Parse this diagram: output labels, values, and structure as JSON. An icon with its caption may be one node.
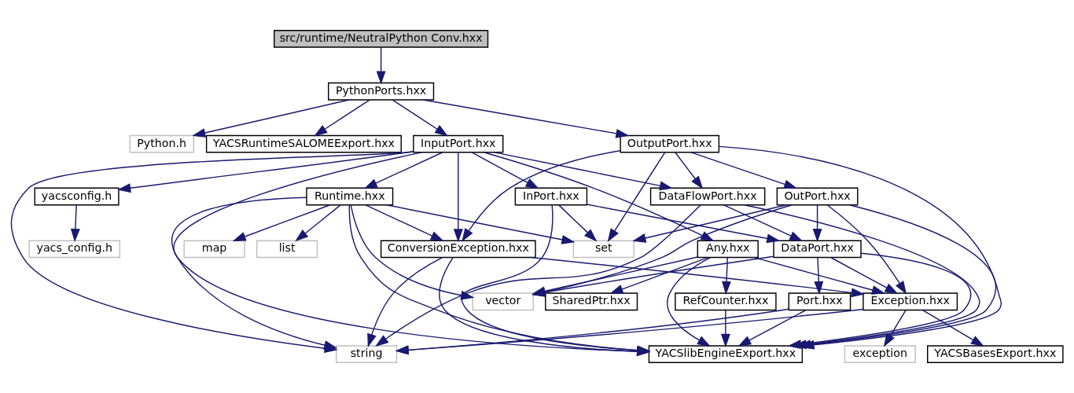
{
  "diagram": {
    "nodes": [
      {
        "text": [
          "src/runtime/NeutralPython Conv.hxx"
        ]
      },
      {
        "text": [
          "PythonPorts.hxx"
        ]
      },
      {
        "text": [
          "Python.h"
        ]
      },
      {
        "text": [
          "YACSRuntimeSALOMEExport.hxx"
        ]
      },
      {
        "text": [
          "InputPort.hxx"
        ]
      },
      {
        "text": [
          "OutputPort.hxx"
        ]
      },
      {
        "text": [
          "yacsconfig.h"
        ]
      },
      {
        "text": [
          "Runtime.hxx"
        ]
      },
      {
        "text": [
          "DataFlowPort.hxx"
        ]
      },
      {
        "text": [
          "OutPort.hxx"
        ]
      },
      {
        "text": [
          "InPort.hxx"
        ]
      },
      {
        "text": [
          "yacs_config.h"
        ]
      },
      {
        "text": [
          "ConversionException.hxx"
        ]
      },
      {
        "text": [
          "map"
        ]
      },
      {
        "text": [
          "list"
        ]
      },
      {
        "text": [
          "Any.hxx"
        ]
      },
      {
        "text": [
          "DataPort.hxx"
        ]
      },
      {
        "text": [
          "set"
        ]
      },
      {
        "text": [
          "Exception.hxx"
        ]
      },
      {
        "text": [
          "SharedPtr.hxx"
        ]
      },
      {
        "text": [
          "RefCounter.hxx"
        ]
      },
      {
        "text": [
          "vector"
        ]
      },
      {
        "text": [
          "Port.hxx"
        ]
      },
      {
        "text": [
          "string"
        ]
      },
      {
        "text": [
          "exception"
        ]
      },
      {
        "text": [
          "YACSBasesExport.hxx"
        ]
      },
      {
        "text": [
          "YACSlibEngineExport.hxx"
        ]
      }
    ],
    "edges": [
      {
        "from": 0,
        "to": 1,
        "arrow": "to"
      },
      {
        "from": 1,
        "to": 2,
        "arrow": "to"
      },
      {
        "from": 1,
        "to": 3,
        "arrow": "to"
      },
      {
        "from": 1,
        "to": 4,
        "arrow": "to"
      },
      {
        "from": 1,
        "to": 5,
        "arrow": "to"
      },
      {
        "from": 4,
        "to": 6,
        "arrow": "to"
      },
      {
        "from": 4,
        "to": 23,
        "arrow": "to"
      },
      {
        "from": 4,
        "to": 12,
        "arrow": "to"
      },
      {
        "from": 4,
        "to": 7,
        "arrow": "to"
      },
      {
        "from": 4,
        "to": 15,
        "arrow": "to"
      },
      {
        "from": 4,
        "to": 8,
        "arrow": "to"
      },
      {
        "from": 4,
        "to": 10,
        "arrow": "to"
      },
      {
        "from": 4,
        "to": 26,
        "arrow": "to"
      },
      {
        "from": 5,
        "to": 12,
        "arrow": "to"
      },
      {
        "from": 5,
        "to": 8,
        "arrow": "to"
      },
      {
        "from": 5,
        "to": 9,
        "arrow": "to"
      },
      {
        "from": 5,
        "to": 17,
        "arrow": "to"
      },
      {
        "from": 5,
        "to": 26,
        "arrow": "to"
      },
      {
        "from": 6,
        "to": 11,
        "arrow": "to"
      },
      {
        "from": 7,
        "to": 23,
        "arrow": "to"
      },
      {
        "from": 7,
        "to": 12,
        "arrow": "to"
      },
      {
        "from": 7,
        "to": 13,
        "arrow": "to"
      },
      {
        "from": 7,
        "to": 14,
        "arrow": "to"
      },
      {
        "from": 7,
        "to": 26,
        "arrow": "to"
      },
      {
        "from": 7,
        "to": 21,
        "arrow": "to"
      },
      {
        "from": 7,
        "to": 17,
        "arrow": "to"
      },
      {
        "from": 8,
        "to": 23,
        "arrow": "to"
      },
      {
        "from": 8,
        "to": 16,
        "arrow": "to"
      },
      {
        "from": 8,
        "to": 26,
        "arrow": "to"
      },
      {
        "from": 9,
        "to": 18,
        "arrow": "to"
      },
      {
        "from": 9,
        "to": 16,
        "arrow": "to"
      },
      {
        "from": 9,
        "to": 21,
        "arrow": "to"
      },
      {
        "from": 9,
        "to": 17,
        "arrow": "to"
      },
      {
        "from": 9,
        "to": 26,
        "arrow": "to"
      },
      {
        "from": 10,
        "to": 16,
        "arrow": "to"
      },
      {
        "from": 10,
        "to": 17,
        "arrow": "to"
      },
      {
        "from": 10,
        "to": 26,
        "arrow": "to"
      },
      {
        "from": 12,
        "to": 23,
        "arrow": "to"
      },
      {
        "from": 12,
        "to": 18,
        "arrow": "to"
      },
      {
        "from": 12,
        "to": 26,
        "arrow": "to"
      },
      {
        "from": 15,
        "to": 18,
        "arrow": "to"
      },
      {
        "from": 15,
        "to": 19,
        "arrow": "to"
      },
      {
        "from": 15,
        "to": 20,
        "arrow": "to"
      },
      {
        "from": 15,
        "to": 21,
        "arrow": "to"
      },
      {
        "from": 15,
        "to": 26,
        "arrow": "to"
      },
      {
        "from": 16,
        "to": 18,
        "arrow": "to"
      },
      {
        "from": 16,
        "to": 21,
        "arrow": "to"
      },
      {
        "from": 16,
        "to": 22,
        "arrow": "to"
      },
      {
        "from": 16,
        "to": 26,
        "arrow": "to"
      },
      {
        "from": 18,
        "to": 23,
        "arrow": "to"
      },
      {
        "from": 18,
        "to": 24,
        "arrow": "to"
      },
      {
        "from": 18,
        "to": 25,
        "arrow": "to"
      },
      {
        "from": 20,
        "to": 26,
        "arrow": "to"
      },
      {
        "from": 22,
        "to": 23,
        "arrow": "to"
      },
      {
        "from": 22,
        "to": 26,
        "arrow": "to"
      }
    ]
  }
}
